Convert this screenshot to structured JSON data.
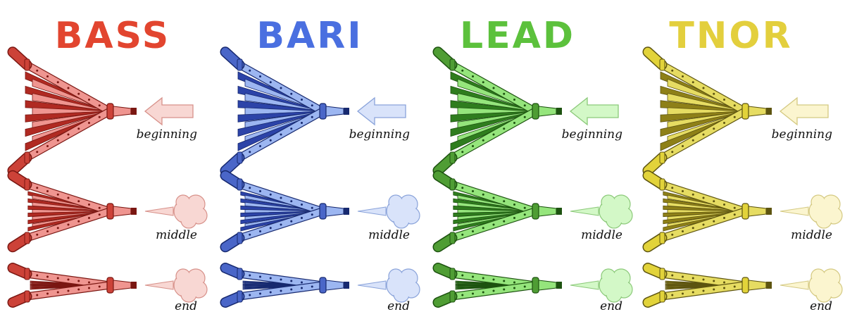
{
  "columns": [
    {
      "title": "BASS",
      "colors": {
        "title": "#e2452f",
        "light": "#ef9590",
        "dark": "#b02a22",
        "handle": "#cc4238",
        "outline": "#7a1712",
        "pale": "#f8d7d3",
        "paleOutline": "#d7918a"
      }
    },
    {
      "title": "BARI",
      "colors": {
        "title": "#4a6fe0",
        "light": "#9cb6f1",
        "dark": "#2c43a8",
        "handle": "#4a66c8",
        "outline": "#17296f",
        "pale": "#d9e3fa",
        "paleOutline": "#8aa3da"
      }
    },
    {
      "title": "LEAD",
      "colors": {
        "title": "#5cc13c",
        "light": "#95e57c",
        "dark": "#2f7d1e",
        "handle": "#4f9d34",
        "outline": "#1d5210",
        "pale": "#d3f8c7",
        "paleOutline": "#8cc97a"
      }
    },
    {
      "title": "TNOR",
      "colors": {
        "title": "#e3cf3d",
        "light": "#e6dc62",
        "dark": "#8e8018",
        "handle": "#e2d33a",
        "outline": "#5d5410",
        "pale": "#fbf5cf",
        "paleOutline": "#d4c982"
      }
    }
  ],
  "stages": [
    {
      "label": "beginning",
      "openness": 1.0,
      "indicator": "arrow-left-icon"
    },
    {
      "label": "middle",
      "openness": 0.62,
      "indicator": "air-puff-icon"
    },
    {
      "label": "end",
      "openness": 0.3,
      "indicator": "air-puff-icon"
    }
  ]
}
